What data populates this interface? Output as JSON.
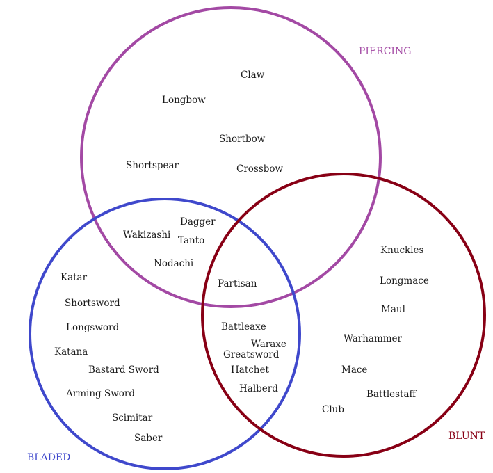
{
  "sets": {
    "piercing": {
      "label": "PIERCING",
      "color": "#a349a4"
    },
    "bladed": {
      "label": "BLADED",
      "color": "#3f48cc"
    },
    "blunt": {
      "label": "BLUNT",
      "color": "#880015"
    }
  },
  "regions": {
    "piercing_only": [
      "Claw",
      "Longbow",
      "Shortbow",
      "Shortspear",
      "Crossbow"
    ],
    "piercing_bladed": [
      "Dagger",
      "Wakizashi",
      "Tanto",
      "Nodachi"
    ],
    "all_three": [
      "Partisan"
    ],
    "bladed_only": [
      "Katar",
      "Shortsword",
      "Longsword",
      "Katana",
      "Bastard Sword",
      "Arming Sword",
      "Scimitar",
      "Saber"
    ],
    "bladed_blunt": [
      "Battleaxe",
      "Waraxe",
      "Greatsword",
      "Hatchet",
      "Halberd"
    ],
    "blunt_only": [
      "Knuckles",
      "Longmace",
      "Maul",
      "Warhammer",
      "Mace",
      "Battlestaff",
      "Club"
    ]
  }
}
